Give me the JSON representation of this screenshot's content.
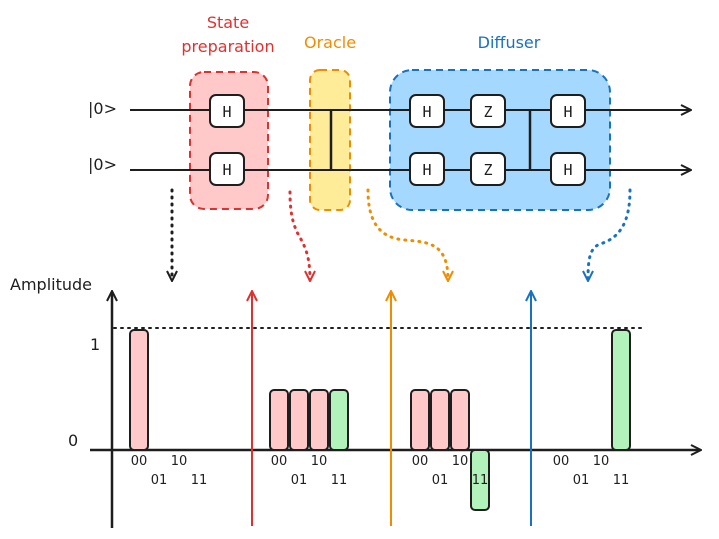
{
  "labels": {
    "state_prep": [
      "State",
      "preparation"
    ],
    "oracle": "Oracle",
    "diffuser": "Diffuser",
    "amplitude": "Amplitude",
    "tick_1": "1",
    "tick_0": "0"
  },
  "qubits": [
    "|0>",
    "|0>"
  ],
  "gates": {
    "state_prep": [
      "H",
      "H"
    ],
    "diffuser_first": [
      "H",
      "H"
    ],
    "diffuser_z": [
      "Z",
      "Z"
    ],
    "diffuser_last": [
      "H",
      "H"
    ]
  },
  "colors": {
    "state_prep": "#e03131",
    "oracle": "#f08c00",
    "diffuser": "#1971c2",
    "black": "#1e1e1e",
    "bar_red": "#ffc9c9",
    "bar_green": "#b2f2bb"
  },
  "chart_data": {
    "type": "bar",
    "ylabel": "Amplitude",
    "yticks": [
      "0",
      "1"
    ],
    "panels": [
      {
        "categories": [
          "00",
          "01",
          "10",
          "11"
        ],
        "values": [
          1,
          0,
          0,
          0
        ],
        "colors": [
          "red",
          "red",
          "red",
          "red"
        ]
      },
      {
        "categories": [
          "00",
          "01",
          "10",
          "11"
        ],
        "values": [
          0.5,
          0.5,
          0.5,
          0.5
        ],
        "colors": [
          "red",
          "red",
          "red",
          "green"
        ]
      },
      {
        "categories": [
          "00",
          "01",
          "10",
          "11"
        ],
        "values": [
          0.5,
          0.5,
          0.5,
          -0.5
        ],
        "colors": [
          "red",
          "red",
          "red",
          "green"
        ]
      },
      {
        "categories": [
          "00",
          "01",
          "10",
          "11"
        ],
        "values": [
          0,
          0,
          0,
          1
        ],
        "colors": [
          "red",
          "red",
          "red",
          "green"
        ]
      }
    ]
  }
}
